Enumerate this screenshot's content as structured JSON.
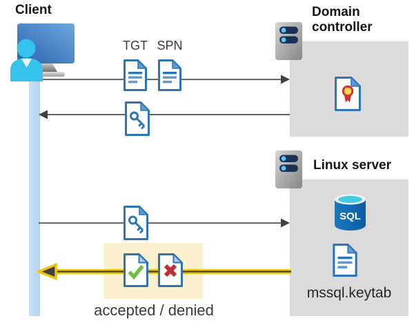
{
  "diagram": {
    "client": {
      "label": "Client"
    },
    "domain_controller": {
      "label": "Domain controller"
    },
    "linux_server": {
      "label": "Linux server",
      "sql_label": "SQL",
      "keytab_label": "mssql.keytab"
    },
    "tickets": {
      "tgt": "TGT",
      "spn": "SPN"
    },
    "result": {
      "label": "accepted / denied"
    },
    "colors": {
      "document_blue": "#2E75B6",
      "document_light_blue": "#5B9BD5",
      "gray_panel": "#DBDBDB",
      "timeline_blue": "#BFD9F3",
      "highlight_yellow": "#FBF2CD",
      "arrow_yellow": "#F3C403",
      "arrow_gray": "#595959",
      "accepted_green": "#6DBE45",
      "denied_red": "#BE2E33",
      "sql_blue": "#0D63AE",
      "sql_cyan": "#46CBE0",
      "cert_gold": "#FFD34D",
      "cert_red": "#C9342F",
      "person_cyan": "#36C3EB"
    }
  }
}
